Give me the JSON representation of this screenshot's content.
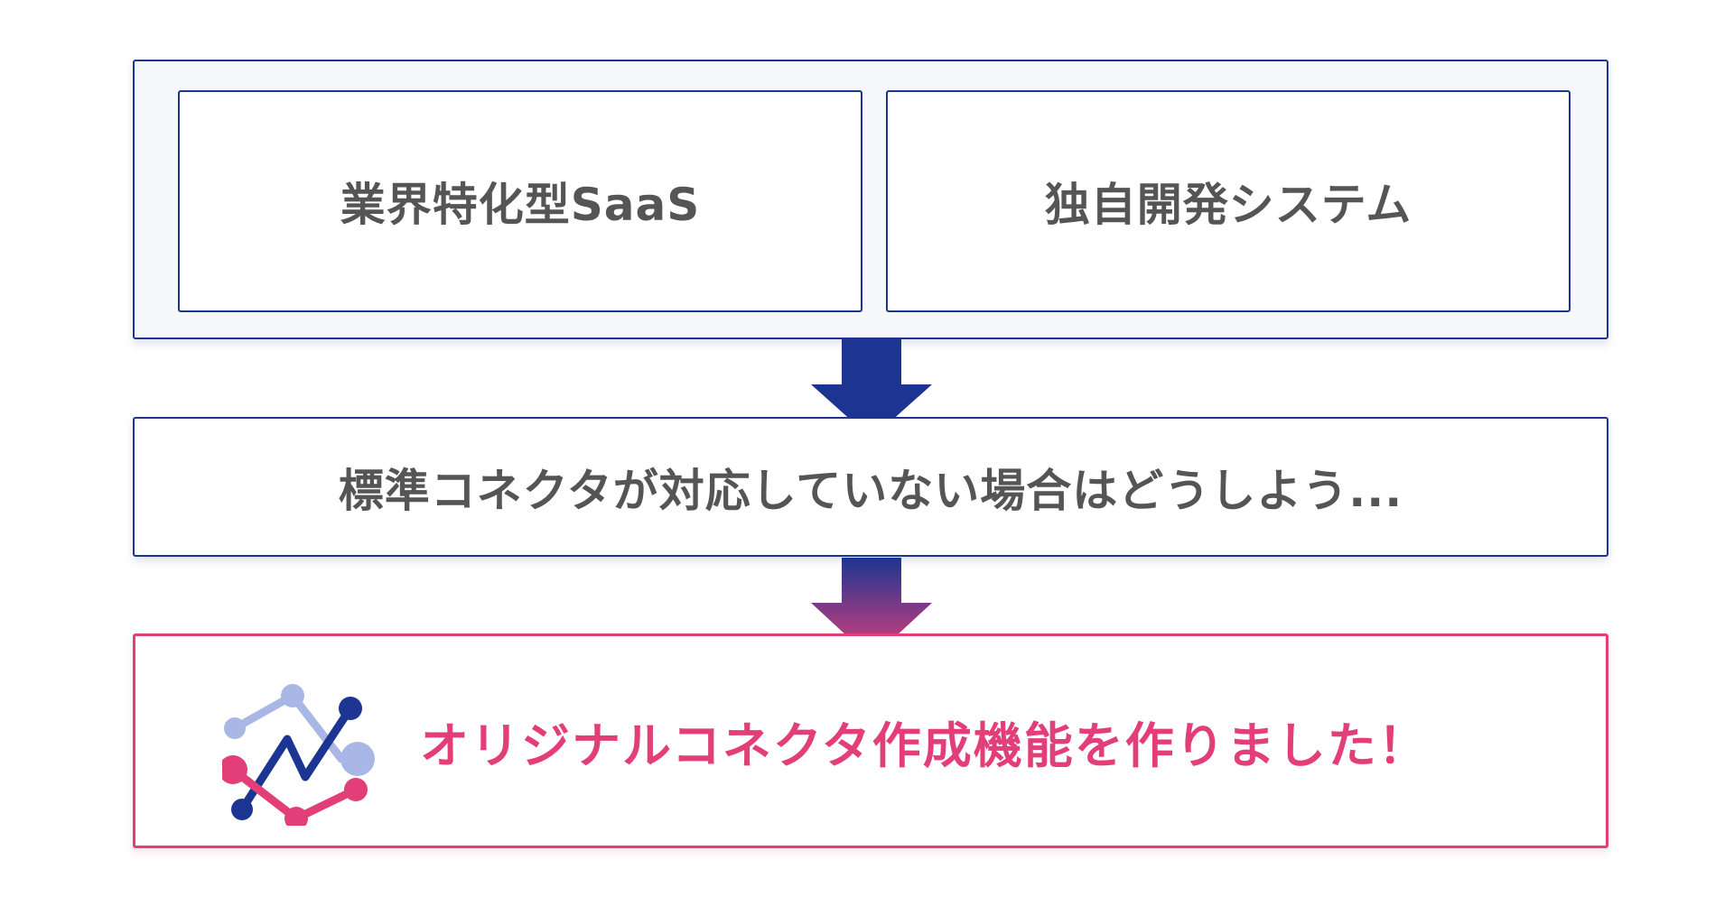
{
  "top_group": {
    "left_label": "業界特化型SaaS",
    "right_label": "独自開発システム"
  },
  "question": {
    "text": "標準コネクタが対応していない場合はどうしよう..."
  },
  "answer": {
    "text": "オリジナルコネクタ作成機能を作りました！",
    "logo_icon": "connector-logo-icon"
  },
  "colors": {
    "navy": "#1c3592",
    "pink": "#e23f79",
    "light_blue": "#a9b7e6",
    "text_gray": "#555555",
    "panel_bg": "#f5f7fa"
  }
}
